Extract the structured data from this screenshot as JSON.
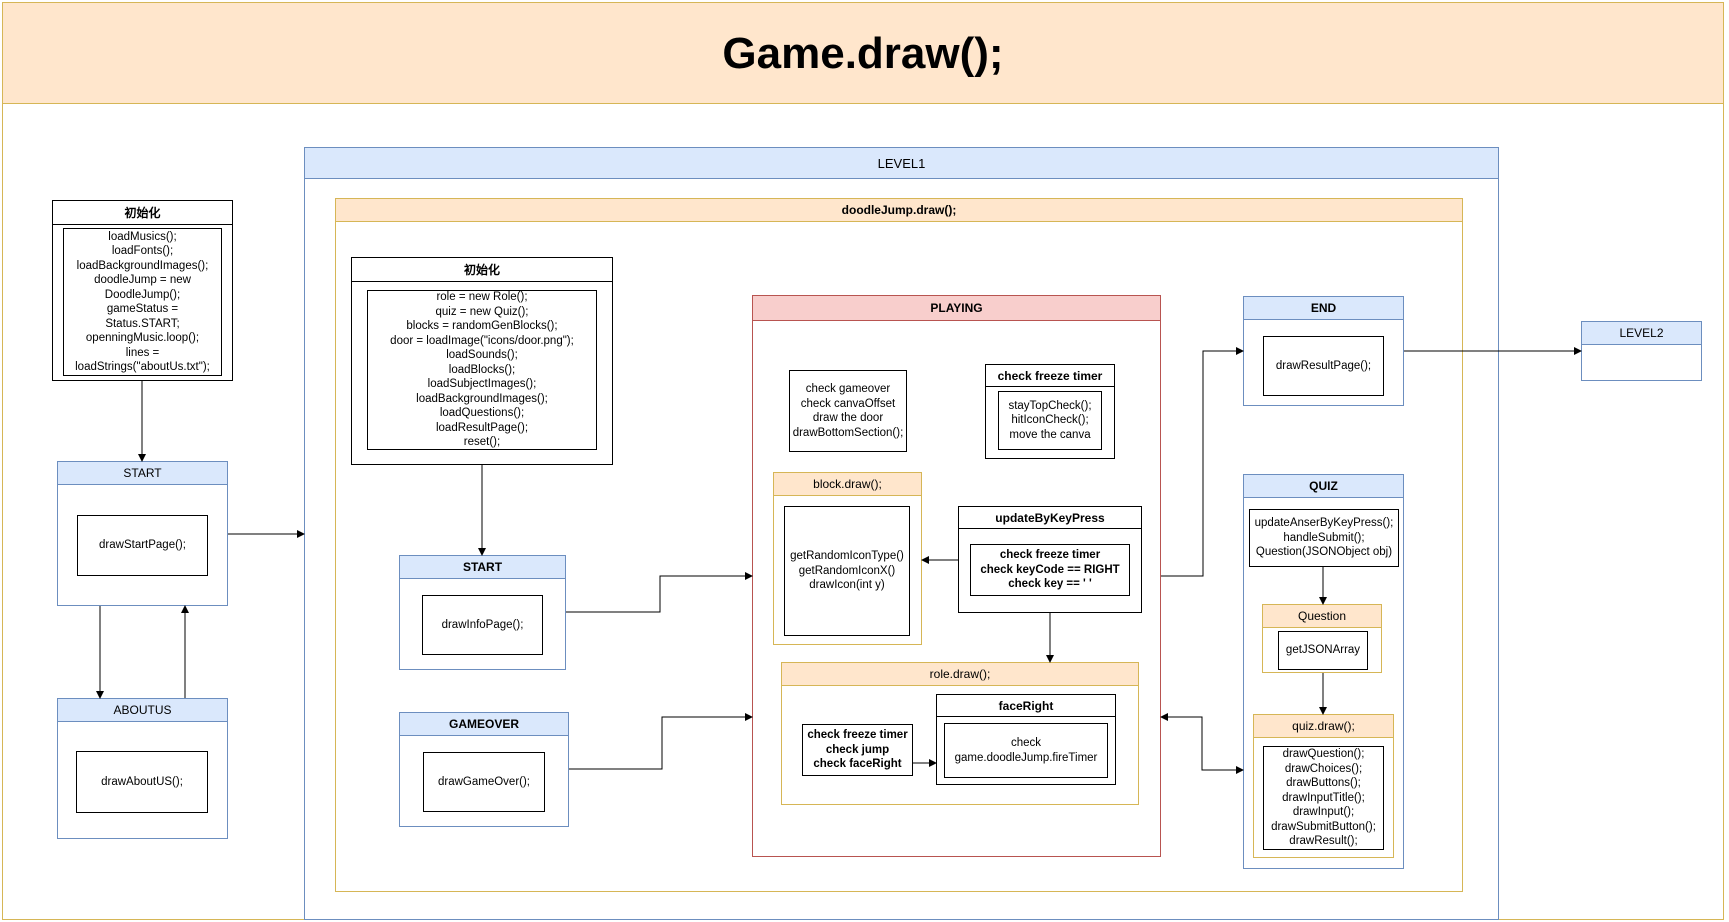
{
  "title": "Game.draw();",
  "init": {
    "header": "初始化",
    "lines": "loadMusics();\nloadFonts();\nloadBackgroundImages();\ndoodleJump = new\nDoodleJump();\ngameStatus =\nStatus.START;\nopenningMusic.loop();\nlines =\nloadStrings(\"aboutUs.txt\");"
  },
  "start": {
    "header": "START",
    "body": "drawStartPage();"
  },
  "aboutus": {
    "header": "ABOUTUS",
    "body": "drawAboutUS();"
  },
  "level1": {
    "header": "LEVEL1",
    "doodle": {
      "header": "doodleJump.draw();",
      "init": {
        "header": "初始化",
        "lines": "role = new Role();\nquiz = new Quiz();\nblocks = randomGenBlocks();\ndoor = loadImage(\"icons/door.png\");\nloadSounds();\nloadBlocks();\nloadSubjectImages();\nloadBackgroundImages();\nloadQuestions();\nloadResultPage();\nreset();"
      },
      "start": {
        "header": "START",
        "body": "drawInfoPage();"
      },
      "gameover": {
        "header": "GAMEOVER",
        "body": "drawGameOver();"
      },
      "playing": {
        "header": "PLAYING",
        "checks": "check gameover\ncheck canvaOffset\ndraw the door\ndrawBottomSection();",
        "freeze": {
          "header": "check freeze timer",
          "lines": "stayTopCheck();\nhitIconCheck();\nmove the canva"
        },
        "block": {
          "header": "block.draw();",
          "lines": "getRandomIconType()\ngetRandomIconX()\ndrawIcon(int y)"
        },
        "update": {
          "header": "updateByKeyPress",
          "lines": "check freeze timer\ncheck keyCode == RIGHT\ncheck key == ' '"
        },
        "role": {
          "header": "role.draw();",
          "checks": "check freeze timer\ncheck jump\ncheck faceRight",
          "face": {
            "header": "faceRight",
            "lines": "check\ngame.doodleJump.fireTimer"
          }
        }
      },
      "end": {
        "header": "END",
        "body": "drawResultPage();"
      },
      "quiz": {
        "header": "QUIZ",
        "methods": "updateAnserByKeyPress();\nhandleSubmit();\nQuestion(JSONObject obj)",
        "question": {
          "header": "Question",
          "body": "getJSONArray"
        },
        "quizdraw": {
          "header": "quiz.draw();",
          "lines": "drawQuestion();\ndrawChoices();\ndrawButtons();\ndrawInputTitle();\ndrawInput();\ndrawSubmitButton();\ndrawResult();"
        }
      }
    }
  },
  "level2": {
    "header": "LEVEL2"
  },
  "colors": {
    "blue_fill": "#dae8fc",
    "blue_stroke": "#6c8ebf",
    "orange_fill": "#ffe6cc",
    "orange_stroke": "#d6b656",
    "red_fill": "#f8cecc",
    "red_stroke": "#b85450"
  }
}
